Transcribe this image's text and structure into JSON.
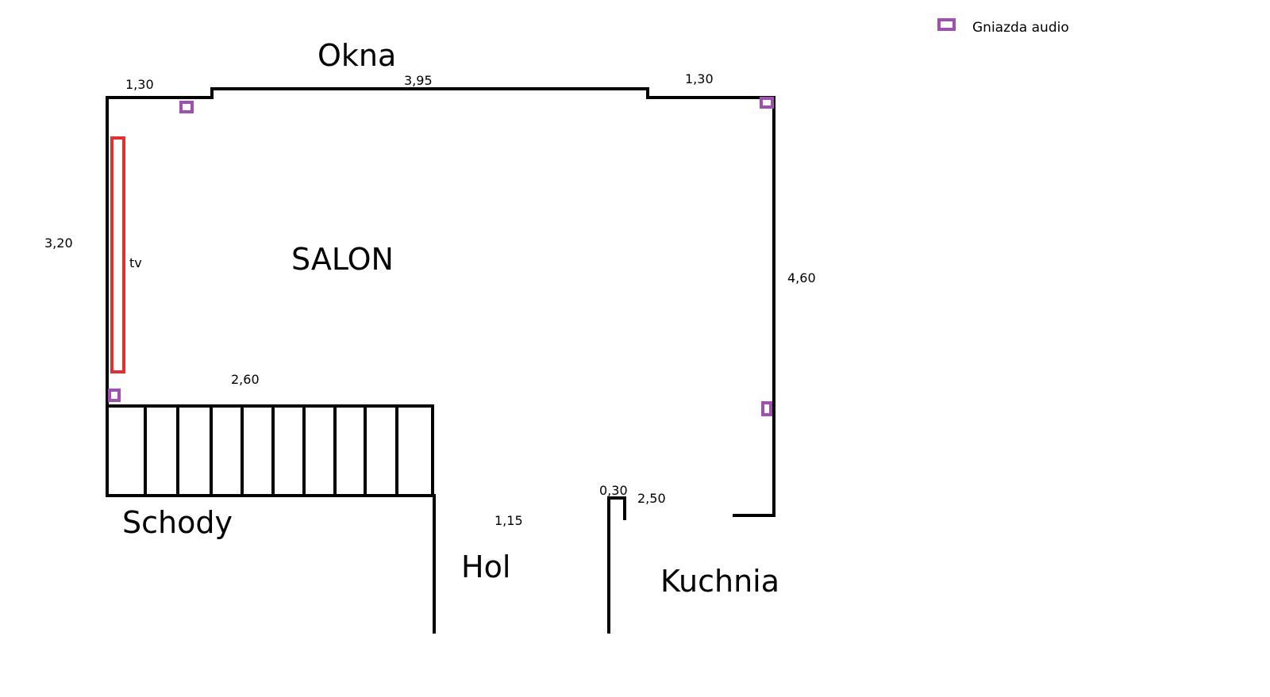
{
  "colors": {
    "wall": "#000000",
    "tv": "#e03030",
    "socket": "#a050b0",
    "background": "#ffffff"
  },
  "legend": {
    "icon": "audio-socket-icon",
    "label": "Gniazda audio"
  },
  "rooms": {
    "windows": "Okna",
    "living_room": "SALON",
    "stairs": "Schody",
    "hall": "Hol",
    "kitchen": "Kuchnia"
  },
  "fixtures": {
    "tv": "tv"
  },
  "dimensions": {
    "top_left": "1,30",
    "top_middle": "3,95",
    "top_right": "1,30",
    "left_wall": "3,20",
    "right_wall": "4,60",
    "stairs_width": "2,60",
    "hall_width": "1,15",
    "wall_thickness": "0,30",
    "kitchen_wall": "2,50"
  },
  "sockets_count": 4
}
